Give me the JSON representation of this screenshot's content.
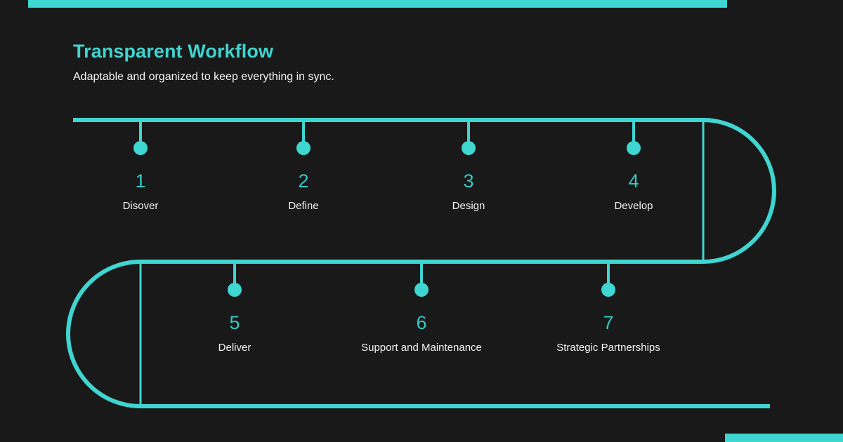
{
  "theme": {
    "background": "#191919",
    "accent": "#3FD5D0",
    "accent_text": "#35C9C5",
    "text": "#F2F2F2"
  },
  "header": {
    "title": "Transparent Workflow",
    "subtitle": "Adaptable and organized to keep everything in sync."
  },
  "timeline": {
    "top_row": [
      {
        "number": "1",
        "label": "Disover"
      },
      {
        "number": "2",
        "label": "Define"
      },
      {
        "number": "3",
        "label": "Design"
      },
      {
        "number": "4",
        "label": "Develop"
      }
    ],
    "bottom_row": [
      {
        "number": "5",
        "label": "Deliver"
      },
      {
        "number": "6",
        "label": "Support and Maintenance"
      },
      {
        "number": "7",
        "label": "Strategic Partnerships"
      }
    ]
  }
}
